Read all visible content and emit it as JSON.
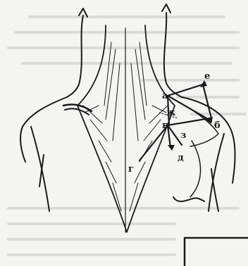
{
  "figure": {
    "labels": {
      "a": "а",
      "b": "б",
      "v": "в",
      "g": "г",
      "d": "д",
      "e": "е",
      "zh": "ж",
      "z": "з"
    }
  },
  "colors": {
    "ink": "#1a1a1a",
    "paper": "#f4f4f3",
    "faded_text": "#c9c9c6"
  }
}
